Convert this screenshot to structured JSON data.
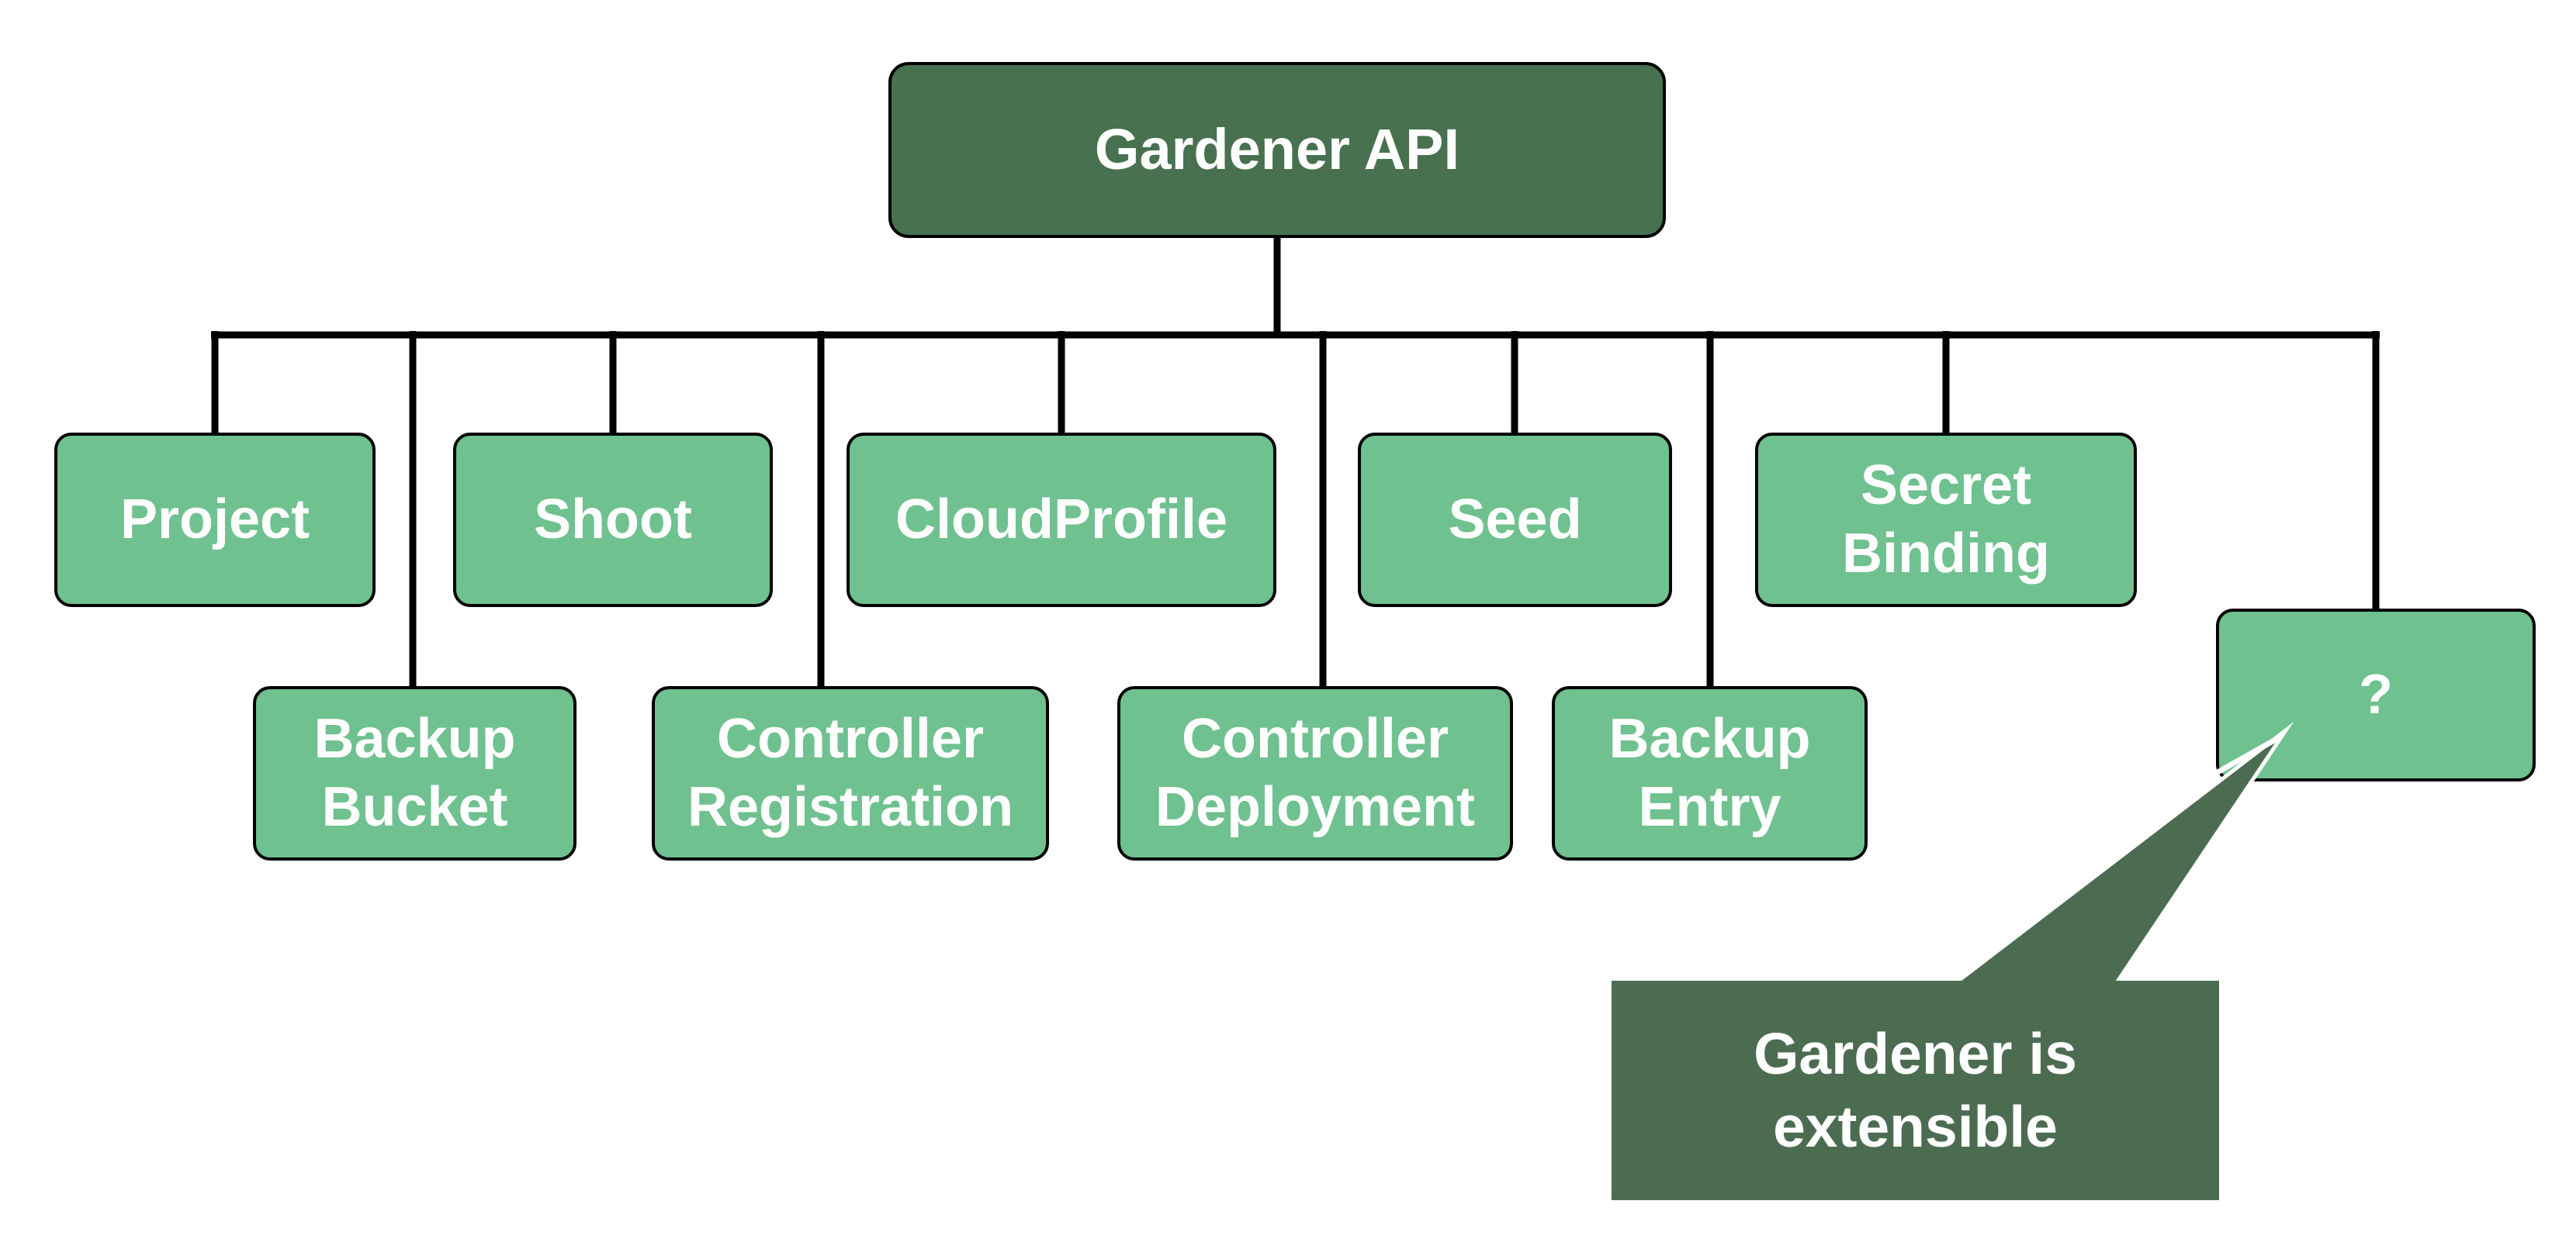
{
  "diagram": {
    "root": {
      "label": "Gardener API"
    },
    "nodes": {
      "project": {
        "label": "Project"
      },
      "shoot": {
        "label": "Shoot"
      },
      "cloud_profile": {
        "label": "CloudProfile"
      },
      "seed": {
        "label": "Seed"
      },
      "secret_binding": {
        "label": "Secret\nBinding"
      },
      "backup_bucket": {
        "label": "Backup\nBucket"
      },
      "controller_registration": {
        "label": "Controller\nRegistration"
      },
      "controller_deployment": {
        "label": "Controller\nDeployment"
      },
      "backup_entry": {
        "label": "Backup\nEntry"
      },
      "unknown": {
        "label": "?"
      }
    },
    "callout": {
      "label": "Gardener is\nextensible"
    },
    "colors": {
      "root_fill": "#47714F",
      "node_fill": "#6FC18F",
      "node_border": "#000000",
      "connector": "#000000",
      "callout_fill": "#4C6C51",
      "text": "#FFFFFF"
    }
  }
}
